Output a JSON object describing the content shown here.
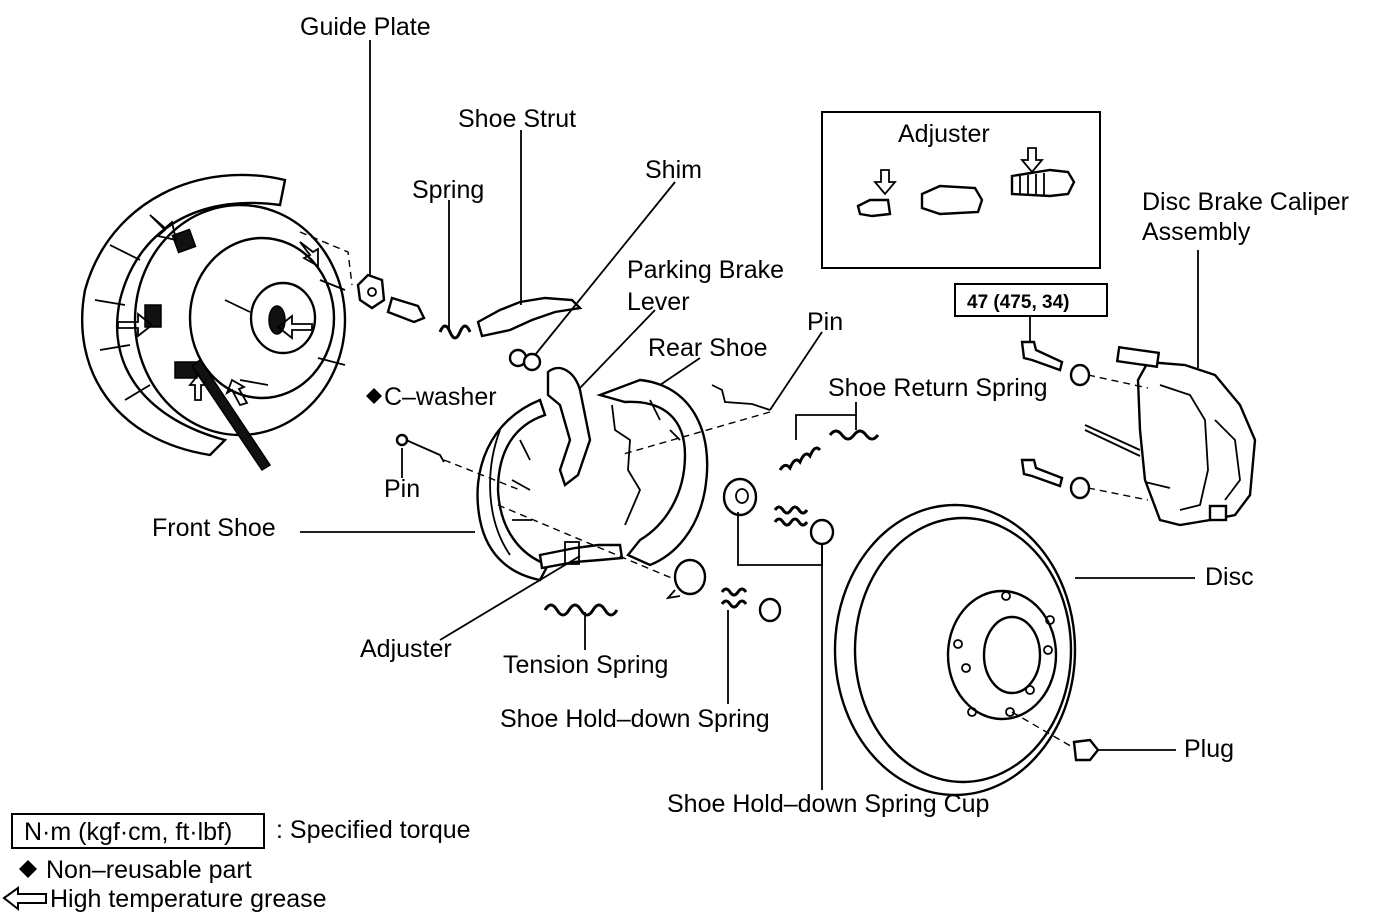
{
  "labels": {
    "guide_plate": "Guide Plate",
    "shoe_strut": "Shoe Strut",
    "shim": "Shim",
    "spring": "Spring",
    "parking_brake_lever_1": "Parking  Brake",
    "parking_brake_lever_2": "Lever",
    "rear_shoe": "Rear Shoe",
    "pin_top": "Pin",
    "c_washer": "C–washer",
    "shoe_return_spring": "Shoe Return Spring",
    "pin_left": "Pin",
    "front_shoe": "Front Shoe",
    "adjuster": "Adjuster",
    "tension_spring": "Tension Spring",
    "shoe_hold_down_spring": "Shoe Hold–down Spring",
    "shoe_hold_down_spring_cup": "Shoe Hold–down Spring Cup",
    "disc": "Disc",
    "plug": "Plug",
    "caliper_1": "Disc Brake Caliper",
    "caliper_2": "Assembly"
  },
  "inset": {
    "title": "Adjuster"
  },
  "torque": {
    "value": "47 (475, 34)"
  },
  "legend": {
    "torque_box": "N·m (kgf·cm, ft·lbf)",
    "torque_text": ": Specified torque",
    "nonreusable_text": "Non–reusable part",
    "grease_text": "High temperature grease"
  },
  "icons": {
    "non_reusable": "diamond-icon",
    "grease": "hollow-arrow-icon"
  }
}
